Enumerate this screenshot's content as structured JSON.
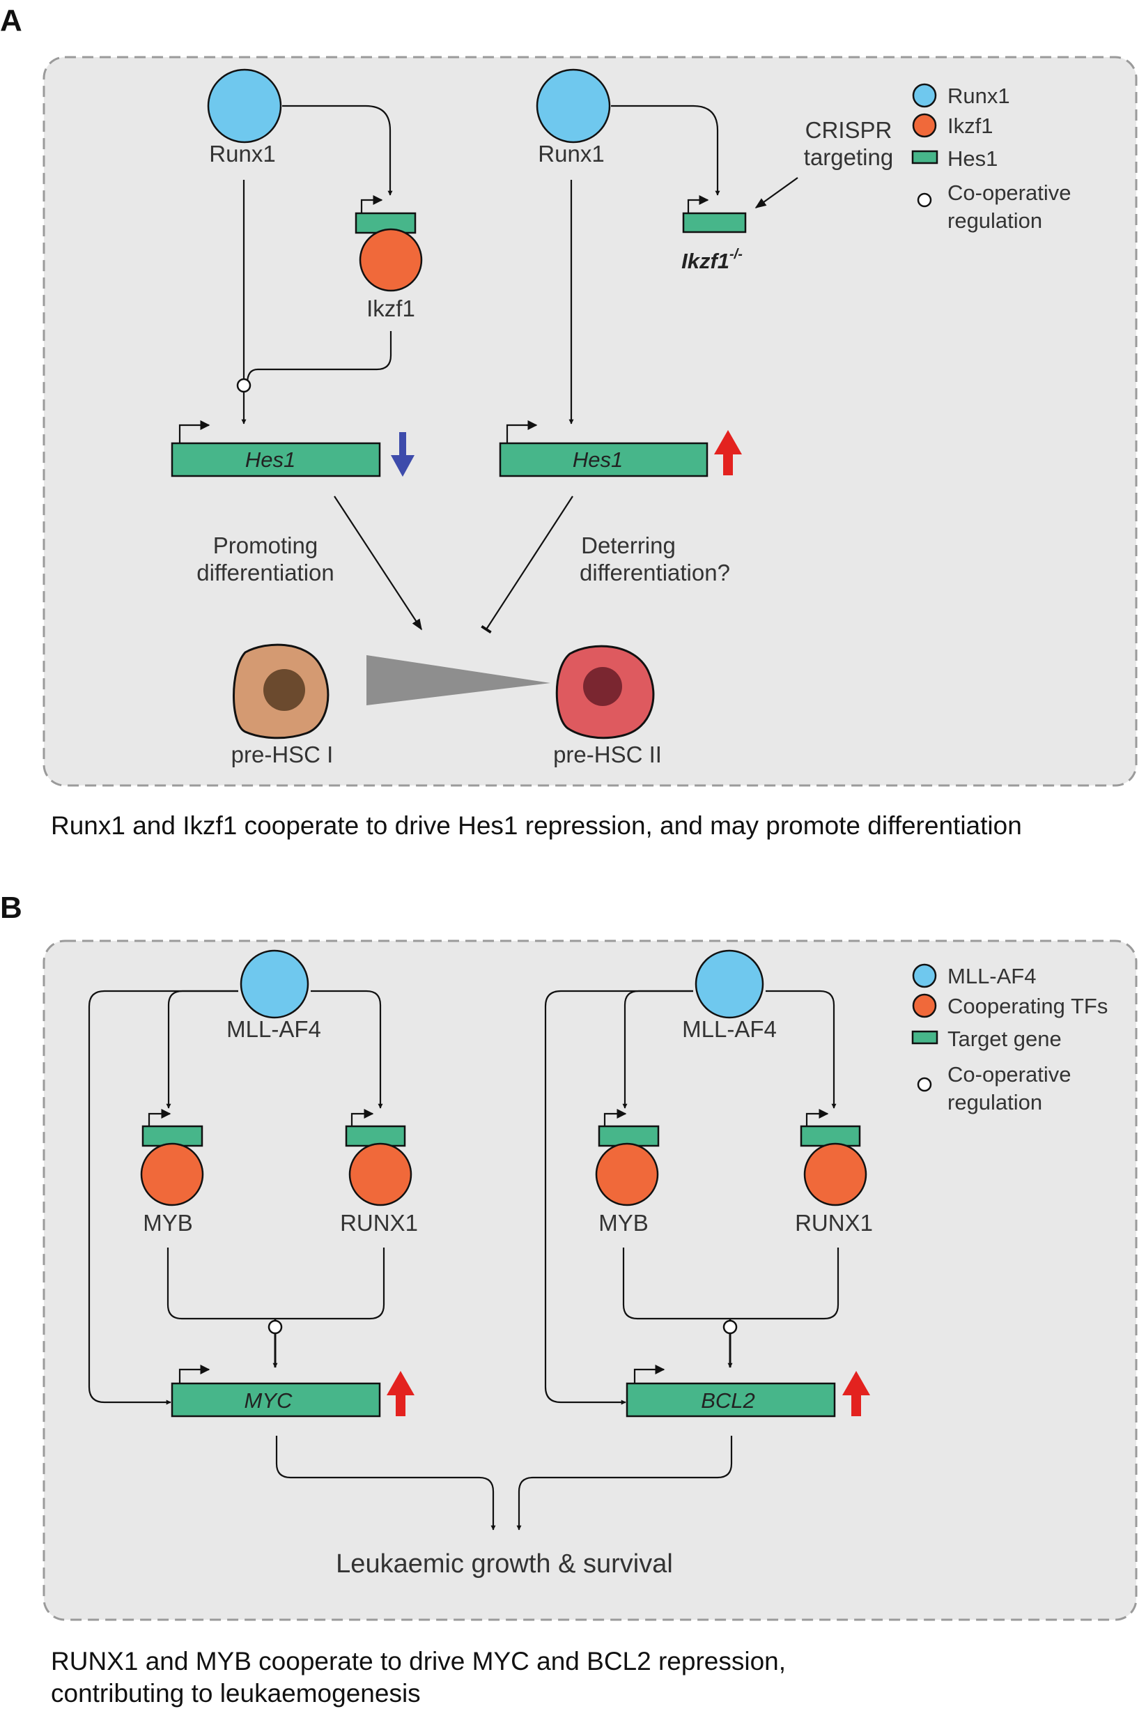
{
  "panelA": {
    "letter": "A",
    "left_tf_label": "Runx1",
    "right_tf_label": "Runx1",
    "ikzf1_label": "Ikzf1",
    "knockout_label": "Ikzf1",
    "knockout_superscript": "-/-",
    "crispr_line1": "CRISPR",
    "crispr_line2": "targeting",
    "hes1_left": "Hes1",
    "hes1_right": "Hes1",
    "promoting_line1": "Promoting",
    "promoting_line2": "differentiation",
    "deterring_line1": "Deterring",
    "deterring_line2": "differentiation?",
    "cell_left": "pre-HSC I",
    "cell_right": "pre-HSC II",
    "legend": {
      "runx1": "Runx1",
      "ikzf1": "Ikzf1",
      "hes1": "Hes1",
      "coop_line1": "Co-operative",
      "coop_line2": "regulation"
    },
    "caption": "Runx1 and Ikzf1 cooperate to drive Hes1 repression, and may promote differentiation"
  },
  "panelB": {
    "letter": "B",
    "tf_left": "MLL-AF4",
    "tf_right": "MLL-AF4",
    "myb_left": "MYB",
    "runx1_left": "RUNX1",
    "myb_right": "MYB",
    "runx1_right": "RUNX1",
    "gene_left": "MYC",
    "gene_right": "BCL2",
    "outcome": "Leukaemic growth & survival",
    "legend": {
      "mllaf4": "MLL-AF4",
      "coop_tfs": "Cooperating TFs",
      "target": "Target gene",
      "coop_line1": "Co-operative",
      "coop_line2": "regulation"
    },
    "caption_line1": "RUNX1 and MYB cooperate to drive MYC and BCL2 repression,",
    "caption_line2": "contributing to leukaemogenesis"
  },
  "colors": {
    "runx1_blue": "#6fc8ee",
    "cooperating_orange": "#f0693a",
    "gene_green": "#47b68a",
    "panel_background": "#e8e8e8",
    "down_arrow_blue": "#3d4bab",
    "up_arrow_red": "#e3221f",
    "cell_tan": "#d49a72",
    "cell_tan_nucleus": "#6b4a2e",
    "cell_red": "#de5a5f",
    "cell_red_nucleus": "#7a2630",
    "transition_grey": "#8e8e8e"
  }
}
